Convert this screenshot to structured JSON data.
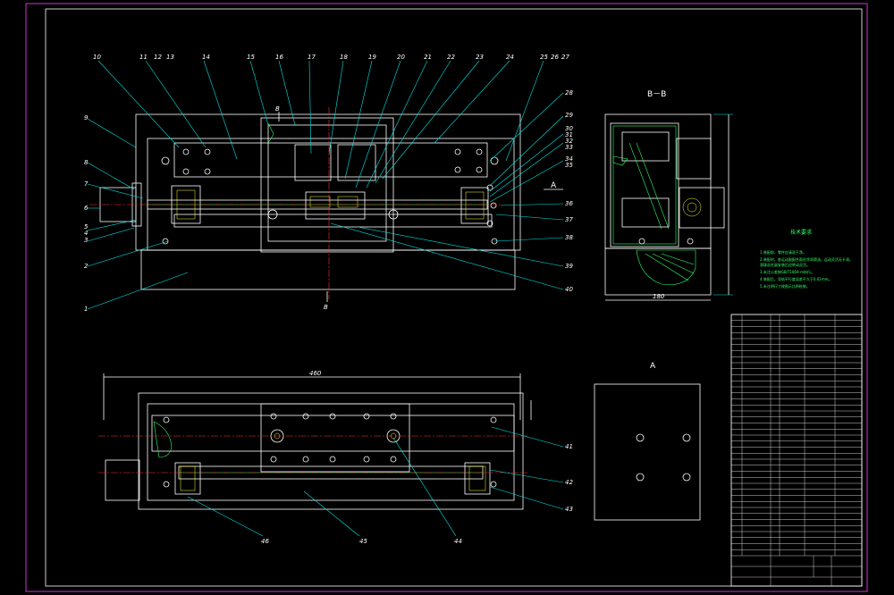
{
  "title_block_text": "",
  "section_bb_label": "B－B",
  "section_a_label": "A",
  "view_marker_a": "A",
  "view_marker_b": "B",
  "tech_req_title": "技术要求",
  "tech_req_lines": [
    "1.装配前，零件应清洗干净。",
    "2.装配时，各运动副配合面应涂润滑油，运动灵活无卡滞。",
    "   滚珠丝杠副安装后应转动灵活。",
    "3.未注公差按GB/T1804-m执行。",
    "4.装配后，导轨平行度误差不大于0.02mm。",
    "5.未注明尺寸按图示比例绘制。"
  ],
  "callouts_top": [
    "10",
    "11",
    "12",
    "13",
    "14",
    "15",
    "16",
    "17",
    "18",
    "19",
    "20",
    "21",
    "22",
    "23",
    "24",
    "25",
    "26",
    "27"
  ],
  "callouts_left": [
    "9",
    "8",
    "7",
    "6",
    "5",
    "4",
    "3",
    "2",
    "1"
  ],
  "callouts_right": [
    "28",
    "29",
    "30",
    "31",
    "32",
    "33",
    "34",
    "35",
    "36",
    "37",
    "38",
    "39",
    "40"
  ],
  "callouts_plan": [
    "41",
    "42",
    "43",
    "44",
    "45",
    "46"
  ],
  "dimension_plan_width": "460",
  "dimension_bb_width": "180",
  "parts_rows": 40,
  "colors": {
    "background": "#000000",
    "border": "#cc33cc",
    "line": "#ffffff",
    "leader": "#00e5e5",
    "center": "#ff3030",
    "hatch": "#33ff66",
    "detail": "#ffff33"
  }
}
